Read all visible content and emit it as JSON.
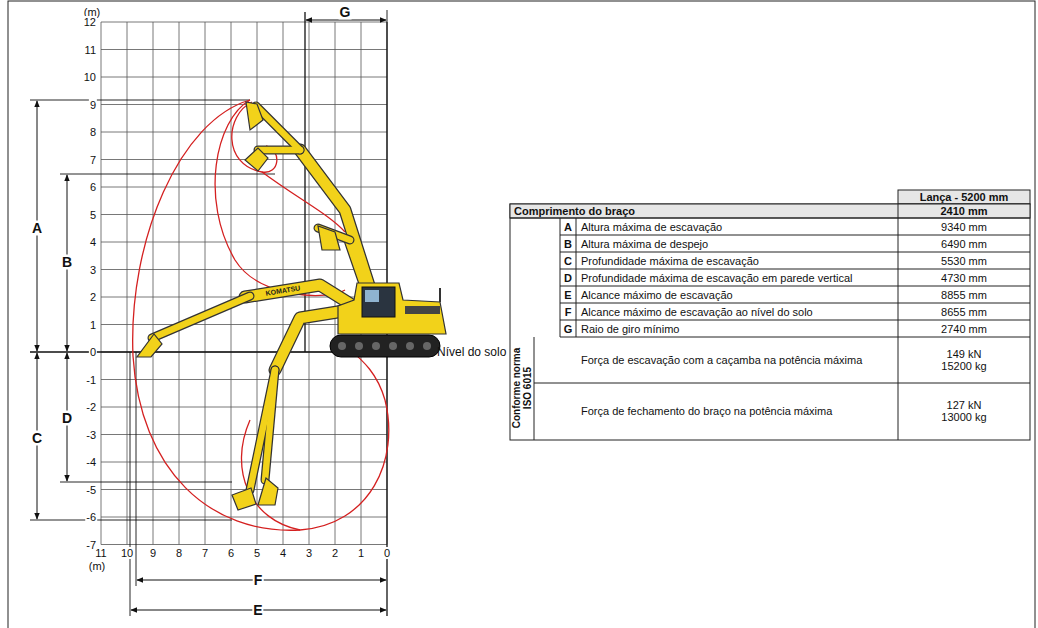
{
  "diagram": {
    "labels": [
      "(m)",
      "12",
      "11",
      "10",
      "9",
      "8",
      "7",
      "6",
      "5",
      "4",
      "3",
      "2",
      "1",
      "0",
      "-1",
      "-2",
      "-3",
      "-4",
      "-5",
      "-6",
      "-7",
      "11",
      "10",
      "9",
      "8",
      "7",
      "6",
      "5",
      "4",
      "3",
      "2",
      "1",
      "0",
      "(m)",
      "G",
      "A",
      "B",
      "C",
      "D",
      "F",
      "E",
      "KOMATSU",
      "Nível do solo",
      "Lança - 5200 mm",
      "Comprimento do braço",
      "2410 mm",
      "A",
      "Altura máxima de escavação",
      "9340 mm",
      "B",
      "Altura máxima de despejo",
      "6490 mm",
      "C",
      "Profundidade máxima de escavação",
      "5530 mm",
      "D",
      "Profundidade máxima de escavação em parede vertical",
      "4730 mm",
      "E",
      "Alcance máximo de escavação",
      "8855 mm",
      "F",
      "Alcance máximo de escavação ao nível do solo",
      "8655 mm",
      "G",
      "Raio de giro mínimo",
      "2740 mm",
      "Conforme norma ISO 6015",
      "Força de escavação com a caçamba na potência máxima",
      "149 kN 15200 kg",
      "Força de fechamento do braço na potência máxima",
      "127 kN 13000 kg"
    ]
  }
}
